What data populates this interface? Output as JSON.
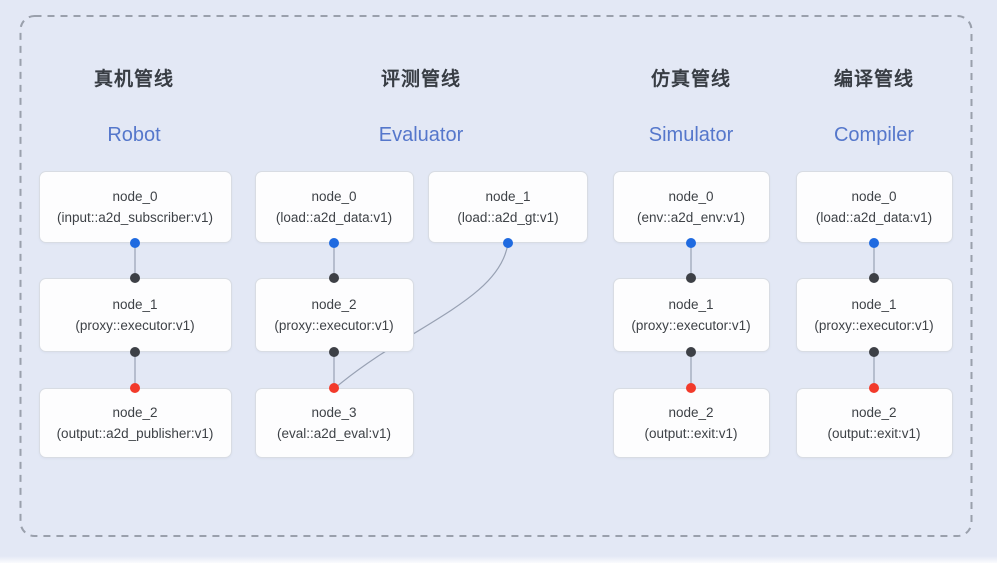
{
  "diagram": {
    "pipelines": [
      {
        "title_cn": "真机管线",
        "title_en": "Robot",
        "nodes": [
          {
            "name": "node_0",
            "type": "(input::a2d_subscriber:v1)"
          },
          {
            "name": "node_1",
            "type": "(proxy::executor:v1)"
          },
          {
            "name": "node_2",
            "type": "(output::a2d_publisher:v1)"
          }
        ]
      },
      {
        "title_cn": "评测管线",
        "title_en": "Evaluator",
        "nodes": [
          {
            "name": "node_0",
            "type": "(load::a2d_data:v1)"
          },
          {
            "name": "node_1",
            "type": "(load::a2d_gt:v1)"
          },
          {
            "name": "node_2",
            "type": "(proxy::executor:v1)"
          },
          {
            "name": "node_3",
            "type": "(eval::a2d_eval:v1)"
          }
        ]
      },
      {
        "title_cn": "仿真管线",
        "title_en": "Simulator",
        "nodes": [
          {
            "name": "node_0",
            "type": "(env::a2d_env:v1)"
          },
          {
            "name": "node_1",
            "type": "(proxy::executor:v1)"
          },
          {
            "name": "node_2",
            "type": "(output::exit:v1)"
          }
        ]
      },
      {
        "title_cn": "编译管线",
        "title_en": "Compiler",
        "nodes": [
          {
            "name": "node_0",
            "type": "(load::a2d_data:v1)"
          },
          {
            "name": "node_1",
            "type": "(proxy::executor:v1)"
          },
          {
            "name": "node_2",
            "type": "(output::exit:v1)"
          }
        ]
      }
    ],
    "colors": {
      "background": "#e3e8f5",
      "dashed_border": "#9aa0ac",
      "node_background": "#fdfdfe",
      "node_border": "#d8dce3",
      "node_text": "#3e4247",
      "port_blue": "#1f6ae0",
      "port_dark": "#3d4046",
      "port_red": "#f23a2b",
      "edge": "#98a1b3",
      "title_cn_color": "#383d44",
      "title_en_color": "#5577cb"
    }
  }
}
